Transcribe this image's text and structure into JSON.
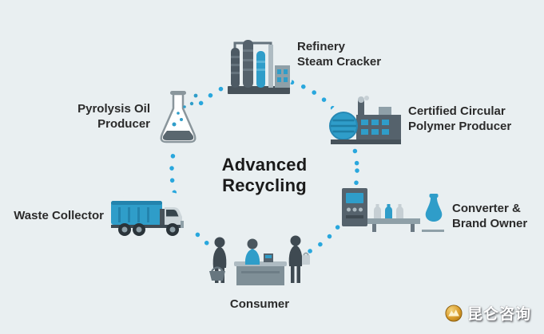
{
  "title": {
    "line1": "Advanced",
    "line2": "Recycling"
  },
  "nodes": {
    "refinery": {
      "line1": "Refinery",
      "line2": "Steam Cracker"
    },
    "certified": {
      "line1": "Certified Circular",
      "line2": "Polymer Producer"
    },
    "converter": {
      "line1": "Converter &",
      "line2": "Brand Owner"
    },
    "consumer": {
      "label": "Consumer"
    },
    "waste": {
      "label": "Waste Collector"
    },
    "pyrolysis": {
      "line1": "Pyrolysis Oil",
      "line2": "Producer"
    }
  },
  "watermark": {
    "text": "昆仑咨询"
  },
  "icons": {
    "refinery": "refinery-steam-cracker-icon",
    "certified": "polymer-factory-icon",
    "converter": "bottling-machine-icon",
    "consumer": "shoppers-icon",
    "waste": "garbage-truck-icon",
    "pyrolysis": "flask-icon",
    "watermark": "gold-emblem-icon"
  },
  "colors": {
    "background": "#e9eff1",
    "accent_blue": "#29a7dd",
    "icon_blue": "#2f9dc9",
    "icon_dark": "#4d5a64",
    "icon_gray": "#8fa0a8",
    "icon_light": "#c6cfd4",
    "title_text": "#1a1a1a",
    "label_text": "#2b2b2b",
    "watermark_gold": "#d29a2b",
    "watermark_text": "#ffffff"
  }
}
